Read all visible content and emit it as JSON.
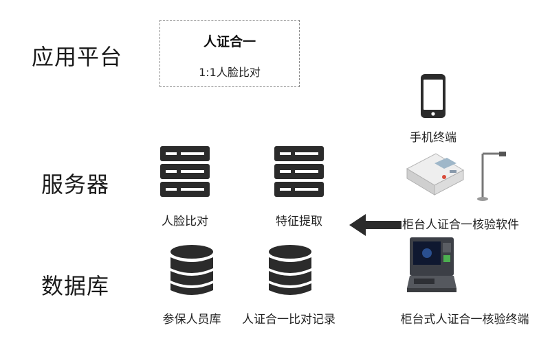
{
  "rows": {
    "app_platform": "应用平台",
    "server": "服务器",
    "database": "数据库"
  },
  "platform_box": {
    "title": "人证合一",
    "subtitle": "1:1人脸比对"
  },
  "servers": [
    {
      "label": "人脸比对",
      "icon": "server-rack-icon"
    },
    {
      "label": "特征提取",
      "icon": "server-rack-icon"
    }
  ],
  "databases": [
    {
      "label": "参保人员库",
      "icon": "database-icon"
    },
    {
      "label": "人证合一比对记录",
      "icon": "database-icon"
    }
  ],
  "devices": [
    {
      "label": "手机终端",
      "icon": "smartphone-icon"
    },
    {
      "label": "柜台人证合一核验软件",
      "icon": "card-reader-icon"
    },
    {
      "label": "柜台式人证合一核验终端",
      "icon": "verification-kiosk-icon"
    }
  ],
  "colors": {
    "icon_dark": "#2b2b2b",
    "dashed_border": "#8a8a8a"
  }
}
